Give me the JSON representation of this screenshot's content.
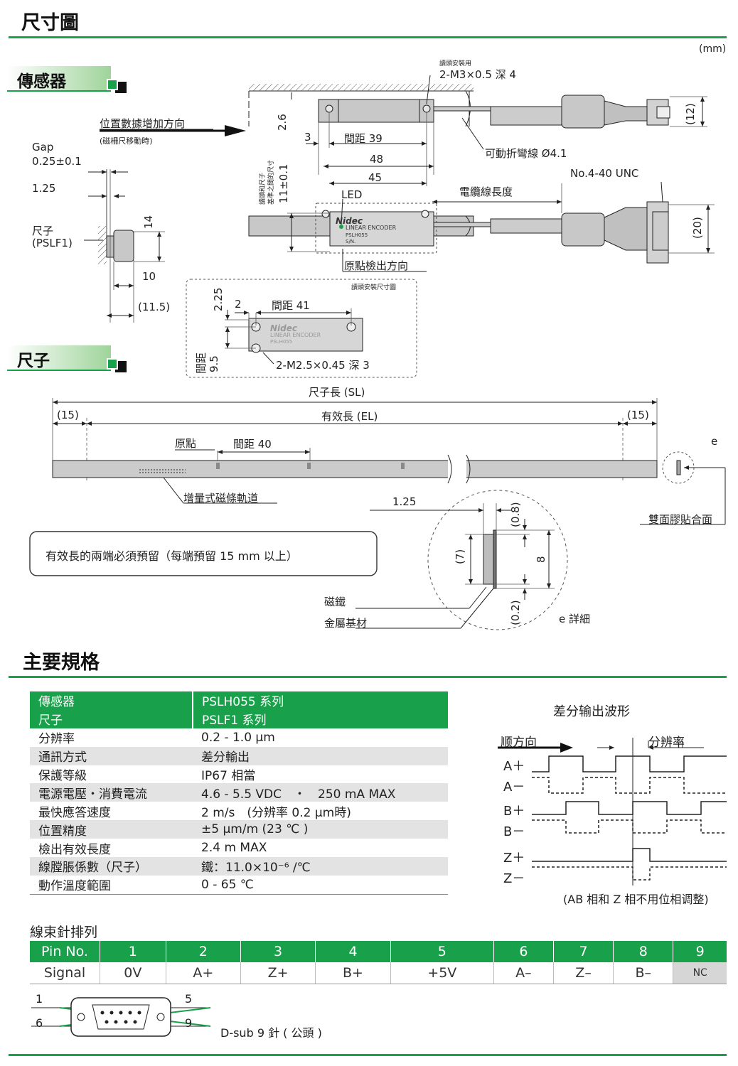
{
  "title_dim": "尺寸圖",
  "unit": "(mm)",
  "sections": {
    "sensor": "傳感器",
    "scale": "尺子"
  },
  "sensor_dims": {
    "mount_screw_note": "讀頭安裝用",
    "mount_screw": "2-M3×0.5 深 4",
    "direction": "位置數據增加方向",
    "direction_note": "(磁柵尺移動時)",
    "gap": "Gap",
    "gap_value": "0.25±0.1",
    "d_1_25": "1.25",
    "scale_label": "尺子",
    "scale_model": "(PSLF1)",
    "d_14": "14",
    "d_10": "10",
    "d_11_5": "(11.5)",
    "d_2_6": "2.6",
    "d_3": "3",
    "pitch_39": "間距 39",
    "cable_bend": "可動折彎線 Ø4.1",
    "d_48": "48",
    "d_45": "45",
    "d_11": "11±0.1",
    "ref_note_1": "讀頭和尺子",
    "ref_note_2": "基準之間的尺寸",
    "led": "LED",
    "cable_length": "電纜線長度",
    "unc": "No.4-40 UNC",
    "d_12": "(12)",
    "d_20": "(20)",
    "origin_dir": "原點檢出方向",
    "mount_dims_title": "讀頭安裝尺寸圖",
    "d_2_25": "2.25",
    "d_2": "2",
    "pitch_41": "間距 41",
    "pitch_label": "間距",
    "d_9_5": "9.5",
    "mount_screw_2": "2-M2.5×0.45 深 3",
    "brand": "Nidec",
    "product": "LINEAR ENCODER",
    "model": "PSLH055",
    "sn": "S/N."
  },
  "scale_dims": {
    "sl": "尺子長 (SL)",
    "el": "有效長 (EL)",
    "d_15_left": "(15)",
    "d_15_right": "(15)",
    "origin": "原點",
    "pitch_40": "間距 40",
    "e": "e",
    "track": "增量式磁條軌道",
    "d_1_25": "1.25",
    "adhesive": "雙面膠貼合面",
    "note": "有效長的兩端必須預留（每端預留 15 mm 以上）",
    "d_0_8": "(0.8)",
    "d_7": "(7)",
    "d_8": "8",
    "d_0_2": "(0.2)",
    "magnet": "磁鐵",
    "base": "金屬基材",
    "detail": "e 詳細"
  },
  "specs_title": "主要規格",
  "specs": [
    {
      "k": "傳感器",
      "v": "PSLH055 系列"
    },
    {
      "k": "尺子",
      "v": "PSLF1 系列"
    },
    {
      "k": "分辨率",
      "v": "0.2 - 1.0 μm"
    },
    {
      "k": "通訊方式",
      "v": "差分輸出"
    },
    {
      "k": "保護等級",
      "v": "IP67 相當"
    },
    {
      "k": "電源電壓・消費電流",
      "v": "4.6 - 5.5 VDC　・　250 mA MAX"
    },
    {
      "k": "最快應答速度",
      "v": "2 m/s　(分辨率 0.2 μm時)"
    },
    {
      "k": "位置精度",
      "v": "±5 μm/m (23 ℃ )"
    },
    {
      "k": "檢出有效長度",
      "v": "2.4 m MAX"
    },
    {
      "k": "線膛脹係數（尺子）",
      "v": "鐵：11.0×10⁻⁶ /℃"
    },
    {
      "k": "動作溫度範圍",
      "v": "0 - 65 ℃"
    }
  ],
  "waveform": {
    "title": "差分输出波形",
    "direction": "顺方向",
    "resolution": "分辨率",
    "signals": [
      "A＋",
      "A－",
      "B＋",
      "B－",
      "Z＋",
      "Z－"
    ],
    "note": "(AB 相和 Z 相不用位相调整)"
  },
  "pinout": {
    "title": "線束針排列",
    "header_label": "Pin No.",
    "row_label": "Signal",
    "pins": [
      "1",
      "2",
      "3",
      "4",
      "5",
      "6",
      "7",
      "8",
      "9"
    ],
    "signals": [
      "0V",
      "A+",
      "Z+",
      "B+",
      "+5V",
      "A–",
      "Z–",
      "B–",
      "NC"
    ],
    "conn_labels": [
      "1",
      "5",
      "6",
      "9"
    ],
    "connector": "D-sub 9 針 ( 公頭 )"
  },
  "colors": {
    "accent": "#19a04a",
    "row_shade": "#e3e3e3"
  }
}
